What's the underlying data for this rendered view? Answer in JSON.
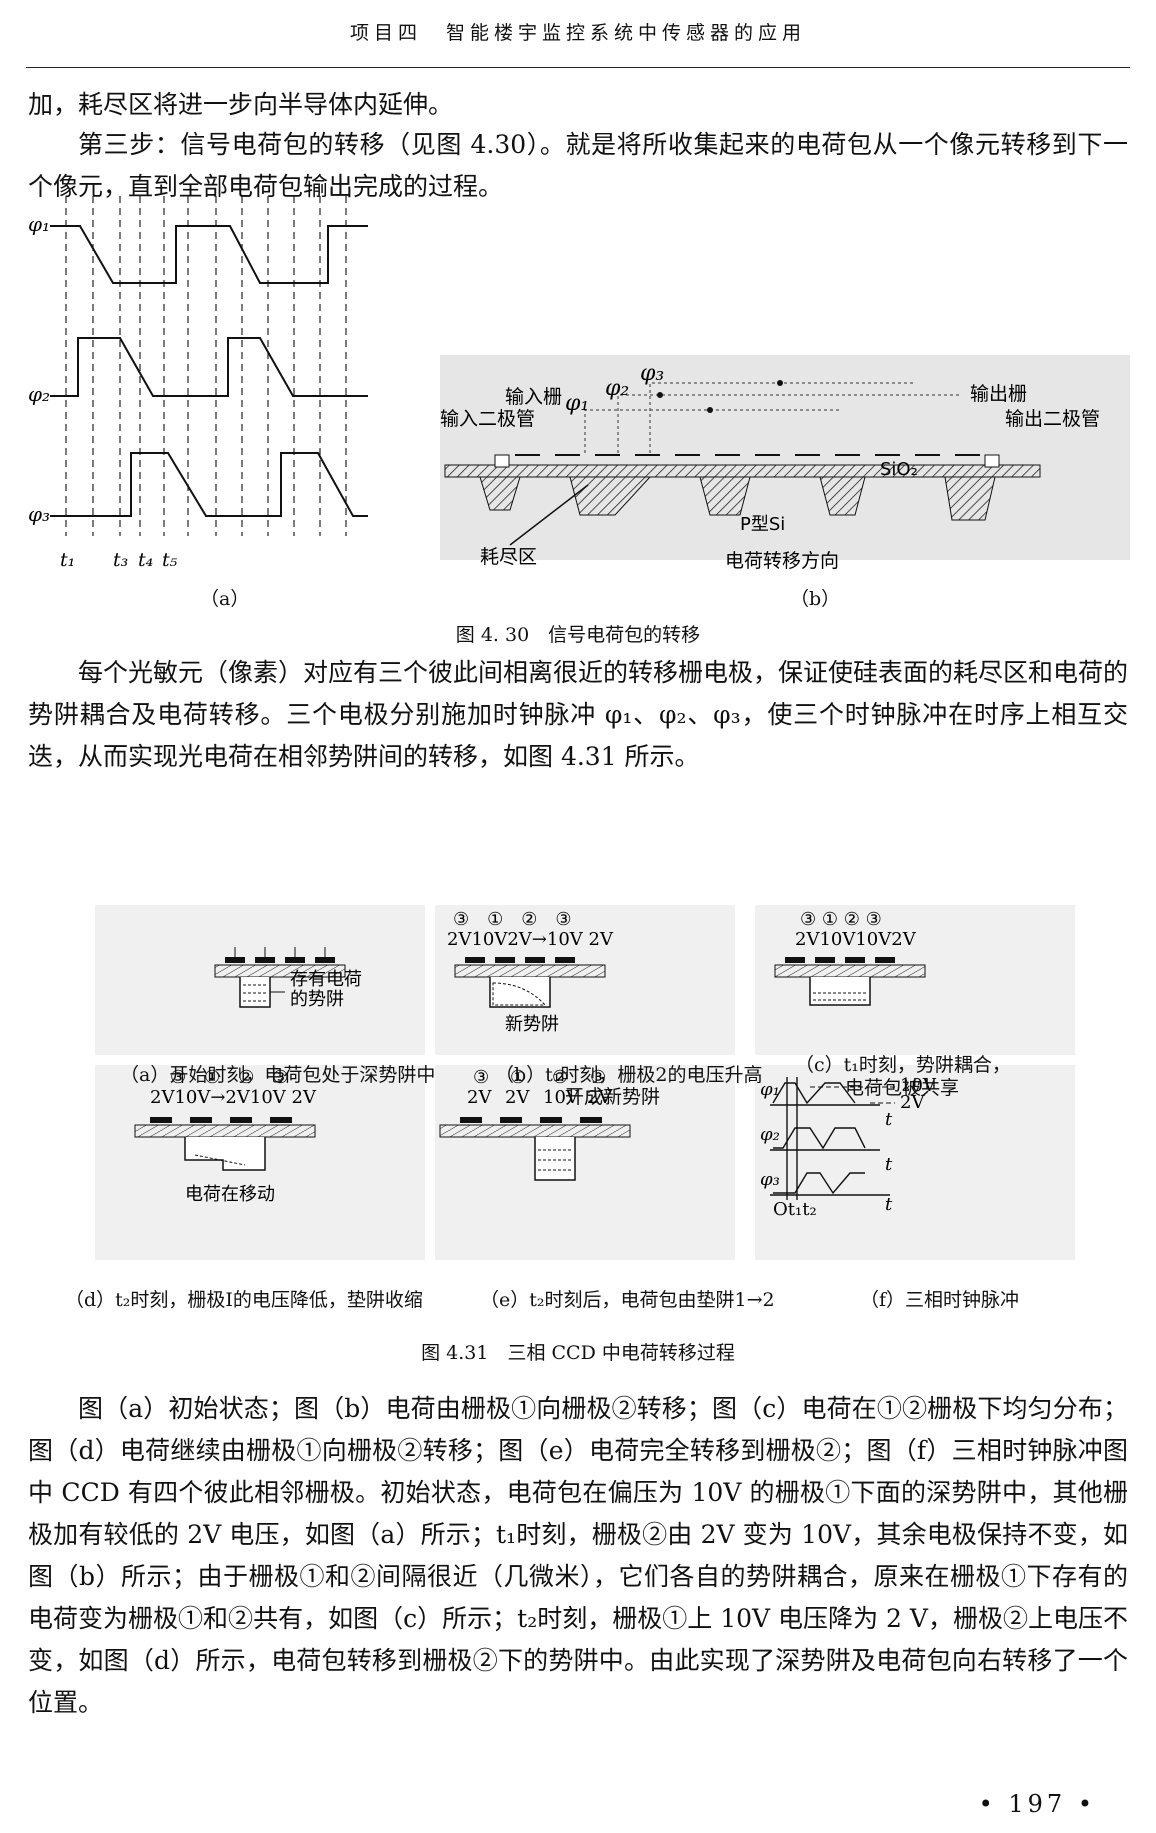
{
  "header": "项目四　智能楼宇监控系统中传感器的应用",
  "paragraphs": {
    "p0": "加，耗尽区将进一步向半导体内延伸。",
    "p1": "第三步：信号电荷包的转移（见图 4.30）。就是将所收集起来的电荷包从一个像元转移到下一个像元，直到全部电荷包输出完成的过程。",
    "p2": "每个光敏元（像素）对应有三个彼此间相离很近的转移栅电极，保证使硅表面的耗尽区和电荷的势阱耦合及电荷转移。三个电极分别施加时钟脉冲 φ₁、φ₂、φ₃，使三个时钟脉冲在时序上相互交迭，从而实现光电荷在相邻势阱间的转移，如图 4.31 所示。",
    "p3": "图（a）初始状态；图（b）电荷由栅极①向栅极②转移；图（c）电荷在①②栅极下均匀分布；图（d）电荷继续由栅极①向栅极②转移；图（e）电荷完全转移到栅极②；图（f）三相时钟脉冲图中 CCD 有四个彼此相邻栅极。初始状态，电荷包在偏压为 10V 的栅极①下面的深势阱中，其他栅极加有较低的 2V 电压，如图（a）所示；t₁时刻，栅极②由 2V 变为 10V，其余电极保持不变，如图（b）所示；由于栅极①和②间隔很近（几微米），它们各自的势阱耦合，原来在栅极①下存有的电荷变为栅极①和②共有，如图（c）所示；t₂时刻，栅极①上 10V 电压降为 2 V，栅极②上电压不变，如图（d）所示，电荷包转移到栅极②下的势阱中。由此实现了深势阱及电荷包向右转移了一个位置。"
  },
  "fig430": {
    "caption": "图 4. 30　信号电荷包的转移",
    "sub_a": "（a）",
    "sub_b": "（b）",
    "phi1": "φ₁",
    "phi2": "φ₂",
    "phi3": "φ₃",
    "t1": "t₁",
    "t3": "t₃",
    "t4": "t₄",
    "t5": "t₅",
    "b_phi1": "φ₁",
    "b_phi2": "φ₂",
    "b_phi3": "φ₃",
    "input_gate": "输入栅",
    "input_diode": "输入二极管",
    "output_gate": "输出栅",
    "output_diode": "输出二极管",
    "sio2": "SiO₂",
    "psi": "P型Si",
    "depletion": "耗尽区",
    "direction": "电荷转移方向"
  },
  "fig431": {
    "caption": "图 4.31　三相 CCD 中电荷转移过程",
    "a_caption": "（a）开始时刻，电荷包处于深势阱中",
    "a_note1": "存有电荷",
    "a_note2": "的势阱",
    "b_gates": "③　①　②　③",
    "b_volts": "2V10V2V→10V 2V",
    "b_note": "新势阱",
    "b_caption1": "（b）t₁时刻，栅极2的电压升高",
    "b_caption2": "开成新势阱",
    "c_gates": "③ ① ② ③",
    "c_volts": "2V10V10V2V",
    "c_caption1": "（c）t₁时刻，势阱耦合，",
    "c_caption2": "电荷包被共享",
    "d_gates": "③　①　②　③",
    "d_volts": "2V10V→2V10V 2V",
    "d_note": "电荷在移动",
    "d_caption": "（d）t₂时刻，栅极I的电压降低，垫阱收缩",
    "e_gates": [
      "③",
      "①",
      "②",
      "③"
    ],
    "e_volts": [
      "2V",
      "2V",
      "10V",
      "2V"
    ],
    "e_caption": "（e）t₂时刻后，电荷包由垫阱1→2",
    "f_phi1": "φ₁",
    "f_phi2": "φ₂",
    "f_phi3": "φ₃",
    "f_10v": "10V",
    "f_2v": "2V",
    "f_t": "t",
    "f_origin": "Ot₁t₂",
    "f_caption": "（f）三相时钟脉冲"
  },
  "page_number": "• 197 •"
}
